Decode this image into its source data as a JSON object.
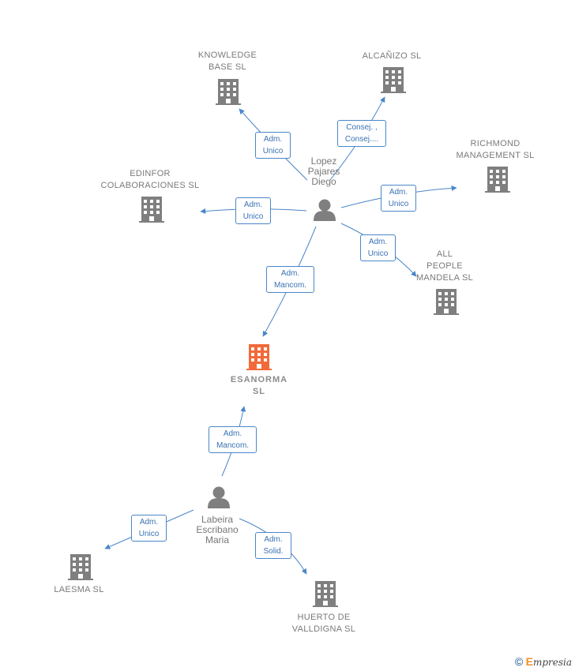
{
  "nodes": {
    "knowledge": {
      "label": "KNOWLEDGE\nBASE  SL"
    },
    "alcanizo": {
      "label": "ALCAÑIZO SL"
    },
    "richmond": {
      "label": "RICHMOND\nMANAGEMENT SL"
    },
    "edinfor": {
      "label": "EDINFOR\nCOLABORACIONES SL"
    },
    "allpeople": {
      "label": "ALL\nPEOPLE\nMANDELA SL"
    },
    "esanorma": {
      "label": "ESANORMA\nSL"
    },
    "laesma": {
      "label": "LAESMA SL"
    },
    "huerto": {
      "label": "HUERTO DE\nVALLDIGNA  SL"
    },
    "lopez": {
      "label": "Lopez\nPajares\nDiego"
    },
    "labeira": {
      "label": "Labeira\nEscribano\nMaria"
    }
  },
  "edges": {
    "lopez_knowledge": {
      "label": "Adm.\nUnico"
    },
    "lopez_alcanizo": {
      "label": "Consej. ,\nConsej...."
    },
    "lopez_richmond": {
      "label": "Adm.\nUnico"
    },
    "lopez_edinfor": {
      "label": "Adm.\nUnico"
    },
    "lopez_allpeople": {
      "label": "Adm.\nUnico"
    },
    "lopez_esanorma": {
      "label": "Adm.\nMancom."
    },
    "labeira_esanorma": {
      "label": "Adm.\nMancom."
    },
    "labeira_laesma": {
      "label": "Adm.\nUnico"
    },
    "labeira_huerto": {
      "label": "Adm.\nSolid."
    }
  },
  "colors": {
    "edge": "#4a86c8",
    "building": "#7f7f7f",
    "focus_building": "#f26a3a",
    "person": "#7f7f7f"
  },
  "footer": {
    "copyright": "©",
    "brand_initial": "E",
    "brand_rest": "mpresia"
  }
}
